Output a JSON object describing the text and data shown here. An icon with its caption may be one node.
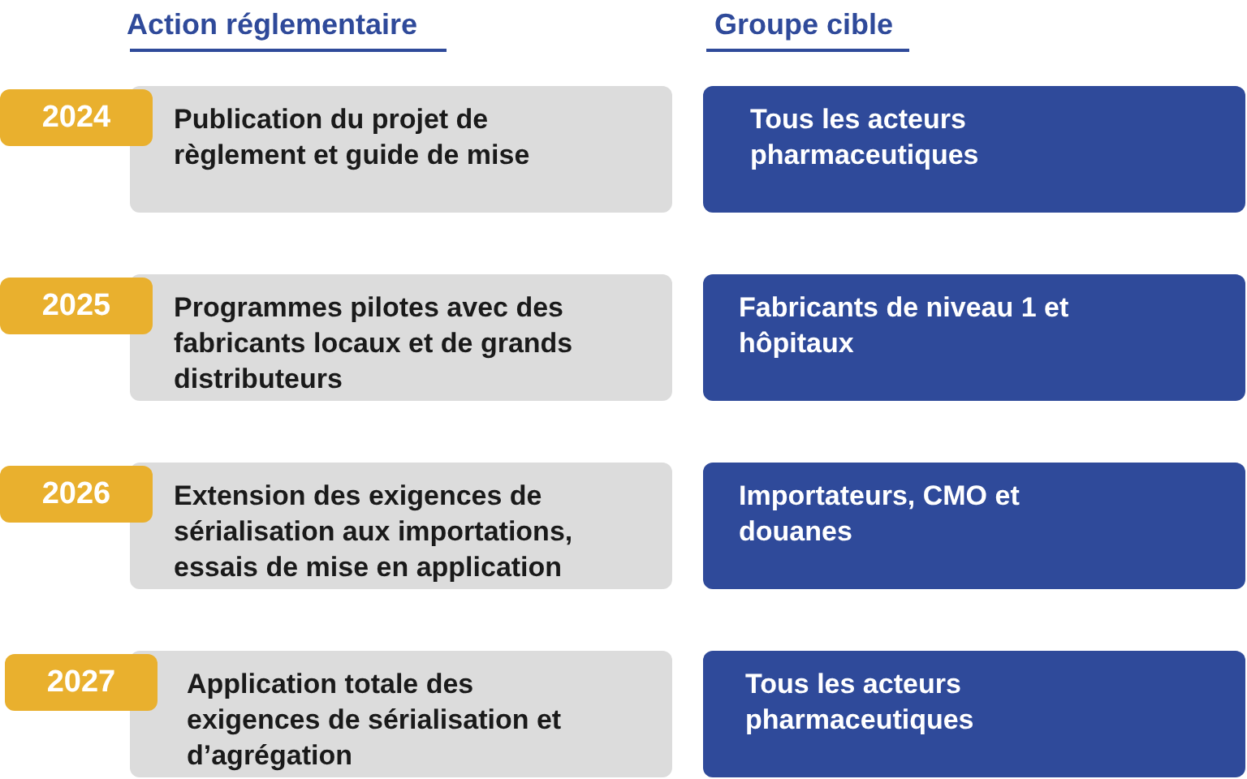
{
  "diagram": {
    "nodes": [
      {
        "text": [
          "2024"
        ]
      },
      {
        "text": [
          "Publication du projet de règlement et guide de mise"
        ]
      },
      {
        "text": [
          "Tous les acteurs pharmaceutiques"
        ]
      },
      {
        "text": [
          "2025"
        ]
      },
      {
        "text": [
          "Programmes pilotes avec des fabricants locaux et de grands distributeurs"
        ]
      },
      {
        "text": [
          "Fabricants de niveau 1 et hôpitaux"
        ]
      },
      {
        "text": [
          "2026"
        ]
      },
      {
        "text": [
          "Extension des exigences de sérialisation aux importations, essais de mise en application"
        ]
      },
      {
        "text": [
          "Importateurs, CMO et douanes"
        ]
      },
      {
        "text": [
          "2027"
        ]
      },
      {
        "text": [
          "Application totale des exigences de sérialisation et d’agrégation"
        ]
      },
      {
        "text": [
          "Tous les acteurs pharmaceutiques"
        ]
      }
    ],
    "labels": [
      "Action réglementaire",
      "Groupe cible"
    ]
  }
}
